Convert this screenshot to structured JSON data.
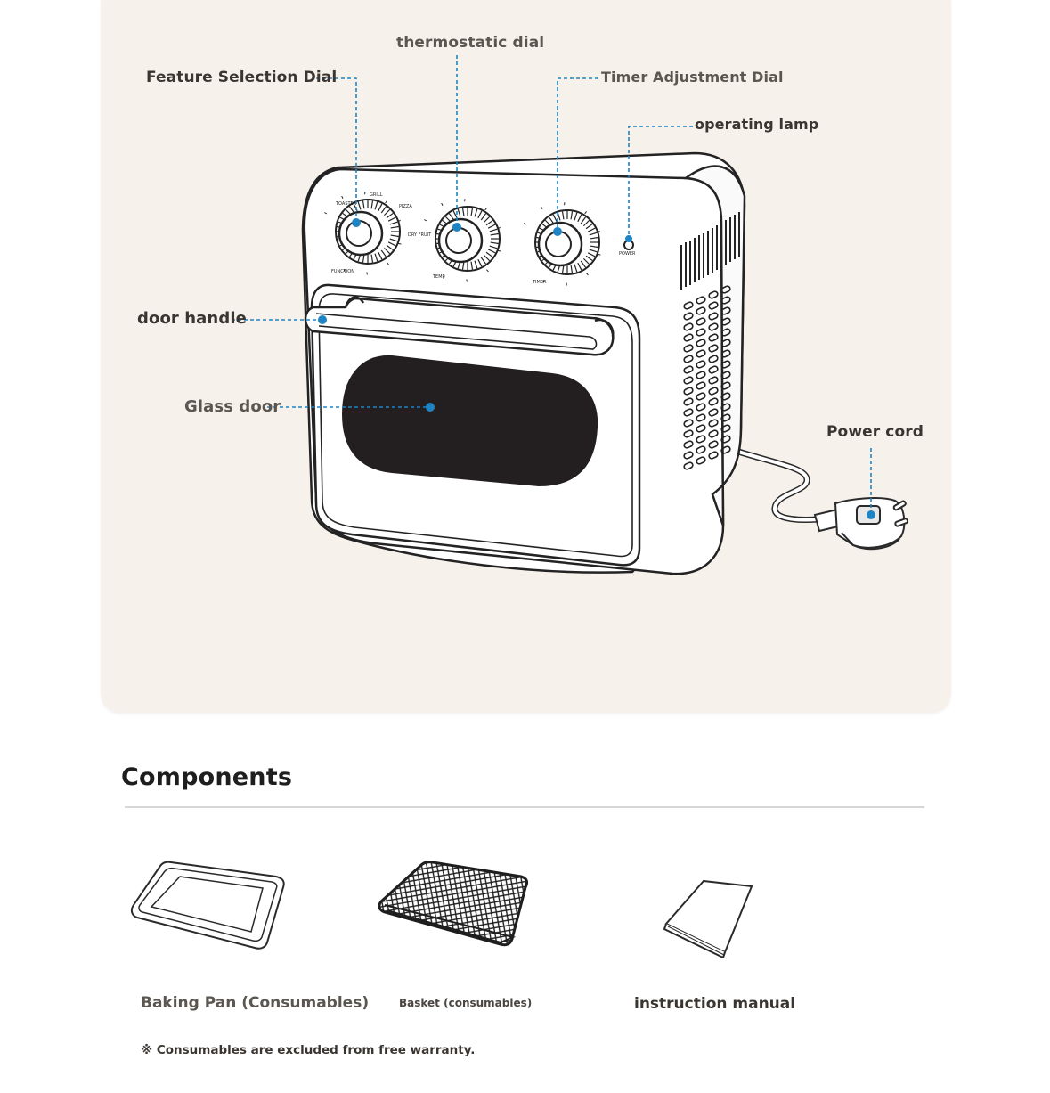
{
  "diagram": {
    "labels": {
      "feature_selection_dial": "Feature Selection Dial",
      "thermostatic_dial": "thermostatic dial",
      "timer_adjustment_dial": "Timer Adjustment Dial",
      "operating_lamp": "operating lamp",
      "door_handle": "door handle",
      "glass_door": "Glass door",
      "power_cord": "Power cord"
    },
    "dial_markings": {
      "function": "FUNCTION",
      "temp": "TEMP",
      "timer": "TIMER",
      "power": "POWER",
      "toaster": "TOASTER",
      "grill": "GRILL",
      "pizza": "PIZZA",
      "dry_fruit": "DRY FRUIT"
    },
    "colors": {
      "panel_background": "#f7f1ec",
      "callout_blue": "#1f84c4",
      "window_dark": "#231f20"
    }
  },
  "components": {
    "title": "Components",
    "items": [
      {
        "label": "Baking Pan (Consumables)",
        "icon": "baking-pan-icon"
      },
      {
        "label": "Basket (consumables)",
        "icon": "basket-icon"
      },
      {
        "label": "instruction manual",
        "icon": "manual-icon"
      }
    ],
    "note": "※ Consumables are excluded from free warranty."
  }
}
